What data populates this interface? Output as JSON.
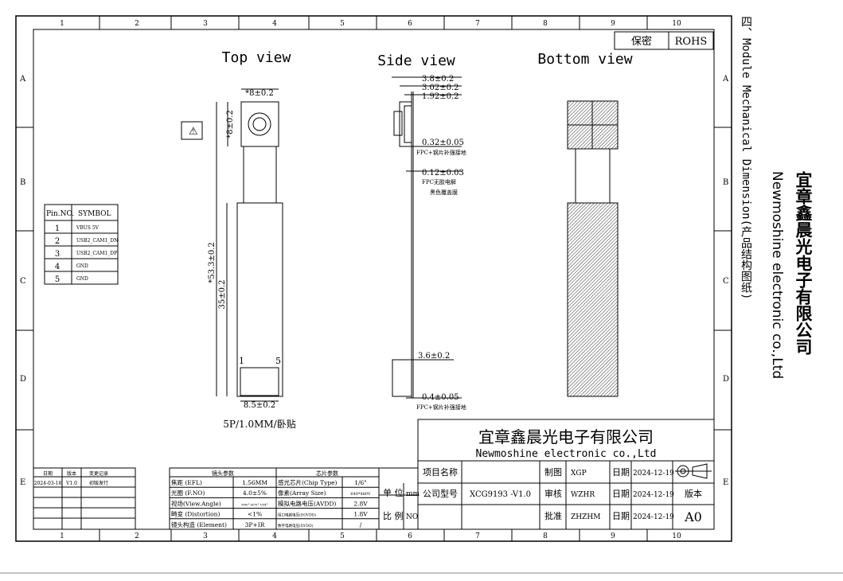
{
  "security_mark": "保密",
  "rohs": "ROHS",
  "columns": [
    "1",
    "2",
    "3",
    "4",
    "5",
    "6",
    "7",
    "8",
    "9",
    "10"
  ],
  "rows": [
    "A",
    "B",
    "C",
    "D",
    "E"
  ],
  "views": {
    "top": "Top view",
    "side": "Side view",
    "bottom": "Bottom view"
  },
  "top_dims": {
    "width": "*8±0.2",
    "height": "*8±0.2",
    "total": "*53.3±0.2",
    "strip": "35±0.2",
    "connector": "8.5±0.2",
    "pin1": "1",
    "pin5": "5",
    "connector_note": "5P/1.0MM/卧贴"
  },
  "side_dims": {
    "d1": "3.8±0.2",
    "d2": "3.02±0.2",
    "d3": "1.92±0.2",
    "d4": "0.32±0.05",
    "n4": "FPC+钢片补强接地",
    "d5": "0.12±0.03",
    "n5a": "FPC无胶电解",
    "n5b": "黑色覆盖膜",
    "d6": "3.6±0.2",
    "d7": "0.4±0.05",
    "n7": "FPC+钢片补强接地"
  },
  "pin_table": {
    "headers": [
      "Pin.NO.",
      "SYMBOL"
    ],
    "rows": [
      [
        "1",
        "VBUS 5V"
      ],
      [
        "2",
        "USB2_CAM1_DN"
      ],
      [
        "3",
        "USB2_CAM1_DP"
      ],
      [
        "4",
        "GND"
      ],
      [
        "5",
        "GND"
      ]
    ]
  },
  "revision": {
    "headers": [
      "日期",
      "版本",
      "变更记录"
    ],
    "rows": [
      [
        "2024-03-18",
        "V1.0",
        "初版发行"
      ]
    ]
  },
  "lens": {
    "title": "镜头参数",
    "rows": [
      [
        "焦距 (EFL)",
        "1.56MM"
      ],
      [
        "光圈 (F.NO)",
        "4.0±5%"
      ],
      [
        "视场(View.Angle)",
        "D80° H70° V54°"
      ],
      [
        "畸变 (Distortion)",
        "<1%"
      ],
      [
        "镜头构造 (Element)",
        "3P+IR"
      ]
    ]
  },
  "chip": {
    "title": "芯片参数",
    "rows": [
      [
        "感光芯片(Chip Type)",
        "1/6\""
      ],
      [
        "像素(Array Size)",
        "640*480V"
      ],
      [
        "模拟电路电压(AVDD)",
        "2.8V"
      ],
      [
        "接口电路电压(DOVDD)",
        "1.8V"
      ],
      [
        "数字电路电压(DVDD)",
        "/"
      ]
    ]
  },
  "title_block": {
    "company_cn": "宜章鑫晨光电子有限公司",
    "company_en": "Newmoshine  electronic co.,Ltd",
    "unit_label": "单 位",
    "unit": "mm",
    "scale_label": "比 例",
    "scale": "NO",
    "project_label": "项目名称",
    "model_label": "公司型号",
    "model": "XCG9193 -V1.0",
    "drawn_label": "制图",
    "drawn": "XGP",
    "checked_label": "审核",
    "checked": "WZHR",
    "approved_label": "批准",
    "approved": "ZHZHM",
    "date_label": "日期",
    "date1": "2024-12-19",
    "date2": "2024-12-19",
    "date3": "2024-12-19",
    "version_label": "版本",
    "version": "A0"
  },
  "side_title": {
    "section": "四、Module Mechanical Dimension(产品结构图纸)",
    "company_cn": "宜章鑫晨光电子有限公司",
    "company_en": "Newmoshine  electronic co.,Ltd"
  }
}
